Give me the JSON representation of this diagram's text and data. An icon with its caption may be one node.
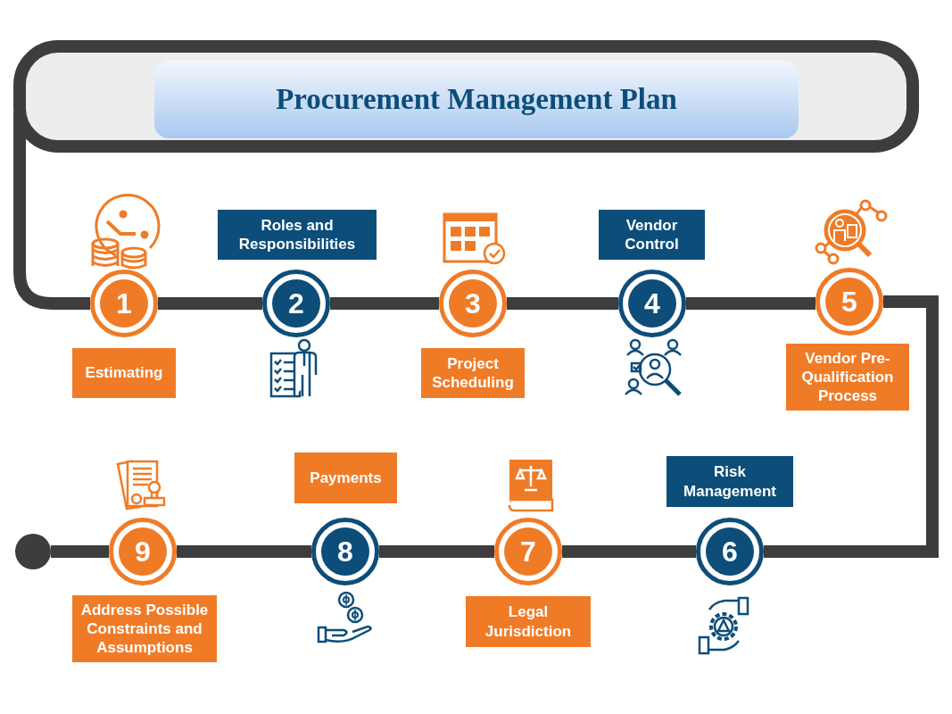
{
  "diagram": {
    "title": "Procurement Management Plan",
    "nodes": [
      {
        "text": [
          "1"
        ]
      },
      {
        "text": [
          "2"
        ]
      },
      {
        "text": [
          "3"
        ]
      },
      {
        "text": [
          "4"
        ]
      },
      {
        "text": [
          "5"
        ]
      },
      {
        "text": [
          "6"
        ]
      },
      {
        "text": [
          "7"
        ]
      },
      {
        "text": [
          "8"
        ]
      },
      {
        "text": [
          "9"
        ]
      },
      {
        "text": [
          "Estimating"
        ]
      },
      {
        "text": [
          "Roles and Responsibilities"
        ]
      },
      {
        "text": [
          "Project Scheduling"
        ]
      },
      {
        "text": [
          "Vendor Control"
        ]
      },
      {
        "text": [
          "Vendor Pre-Qualification Process"
        ]
      },
      {
        "text": [
          "Risk Management"
        ]
      },
      {
        "text": [
          "Legal Jurisdiction"
        ]
      },
      {
        "text": [
          "Payments"
        ]
      },
      {
        "text": [
          "Address Possible Constraints and Assumptions"
        ]
      },
      {
        "text": [],
        "shape": "circle"
      },
      {
        "text": [],
        "shape": "box"
      }
    ],
    "edges": [
      {
        "from": 0,
        "to": 1,
        "arrow": "none"
      },
      {
        "from": 1,
        "to": 2,
        "arrow": "none"
      },
      {
        "from": 2,
        "to": 3,
        "arrow": "none"
      },
      {
        "from": 3,
        "to": 4,
        "arrow": "none"
      },
      {
        "from": 4,
        "to": 5,
        "arrow": "none"
      },
      {
        "from": 5,
        "to": 6,
        "arrow": "none"
      },
      {
        "from": 6,
        "to": 7,
        "arrow": "none"
      },
      {
        "from": 7,
        "to": 8,
        "arrow": "none"
      },
      {
        "from": 8,
        "to": 18,
        "arrow": "none"
      },
      {
        "from": 19,
        "to": 0,
        "arrow": "none"
      }
    ]
  }
}
